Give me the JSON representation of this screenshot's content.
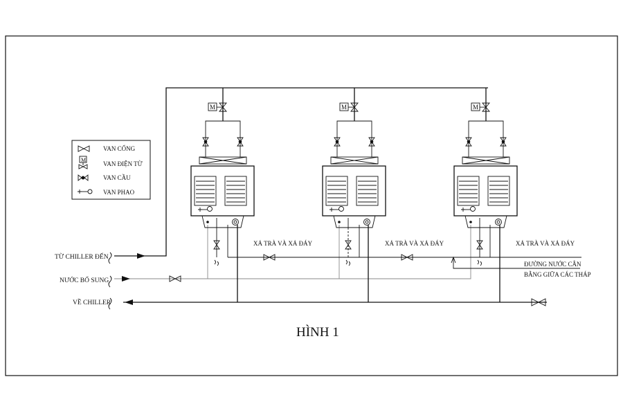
{
  "legend": {
    "items": [
      {
        "label": "VAN CỔNG",
        "icon": "gate-valve-icon"
      },
      {
        "label": "VAN ĐIỆN TỪ",
        "icon": "solenoid-valve-icon"
      },
      {
        "label": "VAN CẦU",
        "icon": "globe-valve-icon"
      },
      {
        "label": "VAN PHAO",
        "icon": "float-valve-icon"
      }
    ],
    "motor_letter": "M"
  },
  "side_labels": {
    "from_chiller": "TỪ CHILLER ĐẾN",
    "makeup_water": "NƯỚC BỔ SUNG",
    "to_chiller": "VỀ CHILLER"
  },
  "drain_labels": [
    "XẢ TRÀ VÀ XẢ ĐÁY",
    "XẢ TRÀ VÀ XẢ ĐÁY",
    "XẢ TRÀ VÀ XẢ ĐÁY"
  ],
  "balance_line": {
    "line1": "ĐƯỜNG NƯỚC CÂN",
    "line2": "BẰNG GIỮA CÁC THÁP"
  },
  "motor_labels": [
    "M",
    "M",
    "M"
  ],
  "figure_caption": "HÌNH 1"
}
